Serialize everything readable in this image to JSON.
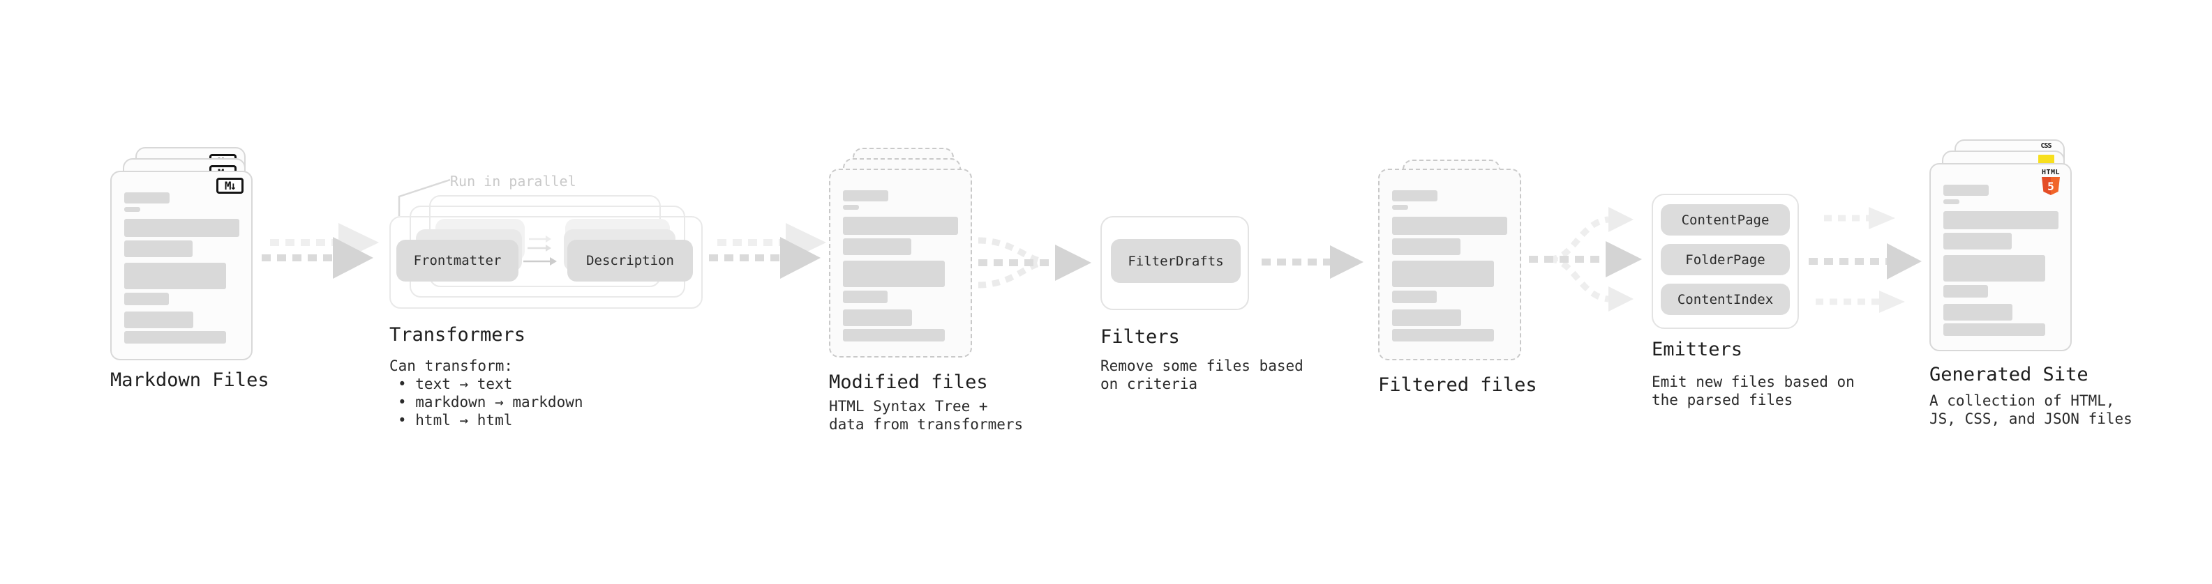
{
  "diagram": {
    "markdown_files": {
      "label": "Markdown Files"
    },
    "transformers": {
      "label": "Transformers",
      "annotation": "Run in parallel",
      "input_pill": "Frontmatter",
      "output_pill": "Description",
      "caption_title": "Can transform:",
      "bullets": [
        "• text → text",
        "• markdown → markdown",
        "• html → html"
      ]
    },
    "modified_files": {
      "label": "Modified files",
      "caption": "HTML Syntax Tree +\ndata from transformers"
    },
    "filters": {
      "label": "Filters",
      "pill": "FilterDrafts",
      "caption": "Remove some files based\non criteria"
    },
    "filtered_files": {
      "label": "Filtered files"
    },
    "emitters": {
      "label": "Emitters",
      "pills": [
        "ContentPage",
        "FolderPage",
        "ContentIndex"
      ],
      "caption": "Emit new files based on\nthe parsed files"
    },
    "generated_site": {
      "label": "Generated Site",
      "caption": "A collection of HTML,\nJS, CSS, and JSON files"
    }
  },
  "icons": {
    "markdown_badge": "M↓",
    "html5_label": "HTML",
    "html5_number": "5",
    "css_label": "CSS"
  },
  "colors": {
    "html5_orange": "#e44d26",
    "html5_orange_light": "#f16529",
    "js_yellow": "#f7df1e",
    "css_blue": "#2965f1"
  }
}
